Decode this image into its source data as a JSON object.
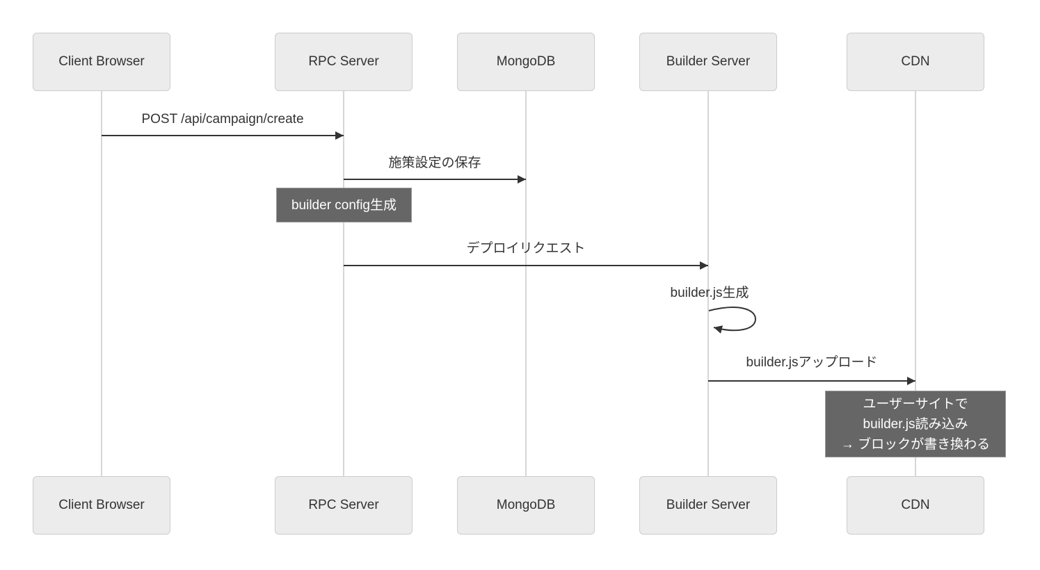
{
  "diagram": {
    "type": "sequence-diagram",
    "colors": {
      "background": "#ffffff",
      "actor_fill": "#ececec",
      "actor_border": "#cccccc",
      "text": "#333333",
      "lifeline": "#d6d6d6",
      "arrow": "#333333",
      "note_fill": "#666666",
      "note_border": "#999999",
      "note_text": "#ffffff"
    },
    "actors": [
      {
        "name": "Client Browser"
      },
      {
        "name": "RPC Server"
      },
      {
        "name": "MongoDB"
      },
      {
        "name": "Builder Server"
      },
      {
        "name": "CDN"
      }
    ],
    "messages": [
      {
        "from": "Client Browser",
        "to": "RPC Server",
        "label": "POST /api/campaign/create",
        "self": false
      },
      {
        "from": "RPC Server",
        "to": "MongoDB",
        "label": "施策設定の保存",
        "self": false
      },
      {
        "from": "RPC Server",
        "to": "Builder Server",
        "label": "デプロイリクエスト",
        "self": false
      },
      {
        "from": "Builder Server",
        "to": "Builder Server",
        "label": "builder.js生成",
        "self": true
      },
      {
        "from": "Builder Server",
        "to": "CDN",
        "label": "builder.jsアップロード",
        "self": false
      }
    ],
    "notes": [
      {
        "over": "RPC Server",
        "lines": [
          "builder config生成"
        ]
      },
      {
        "over": "CDN",
        "lines": [
          "ユーザーサイトで",
          "builder.js読み込み",
          "→ ブロックが書き換わる"
        ]
      }
    ]
  }
}
